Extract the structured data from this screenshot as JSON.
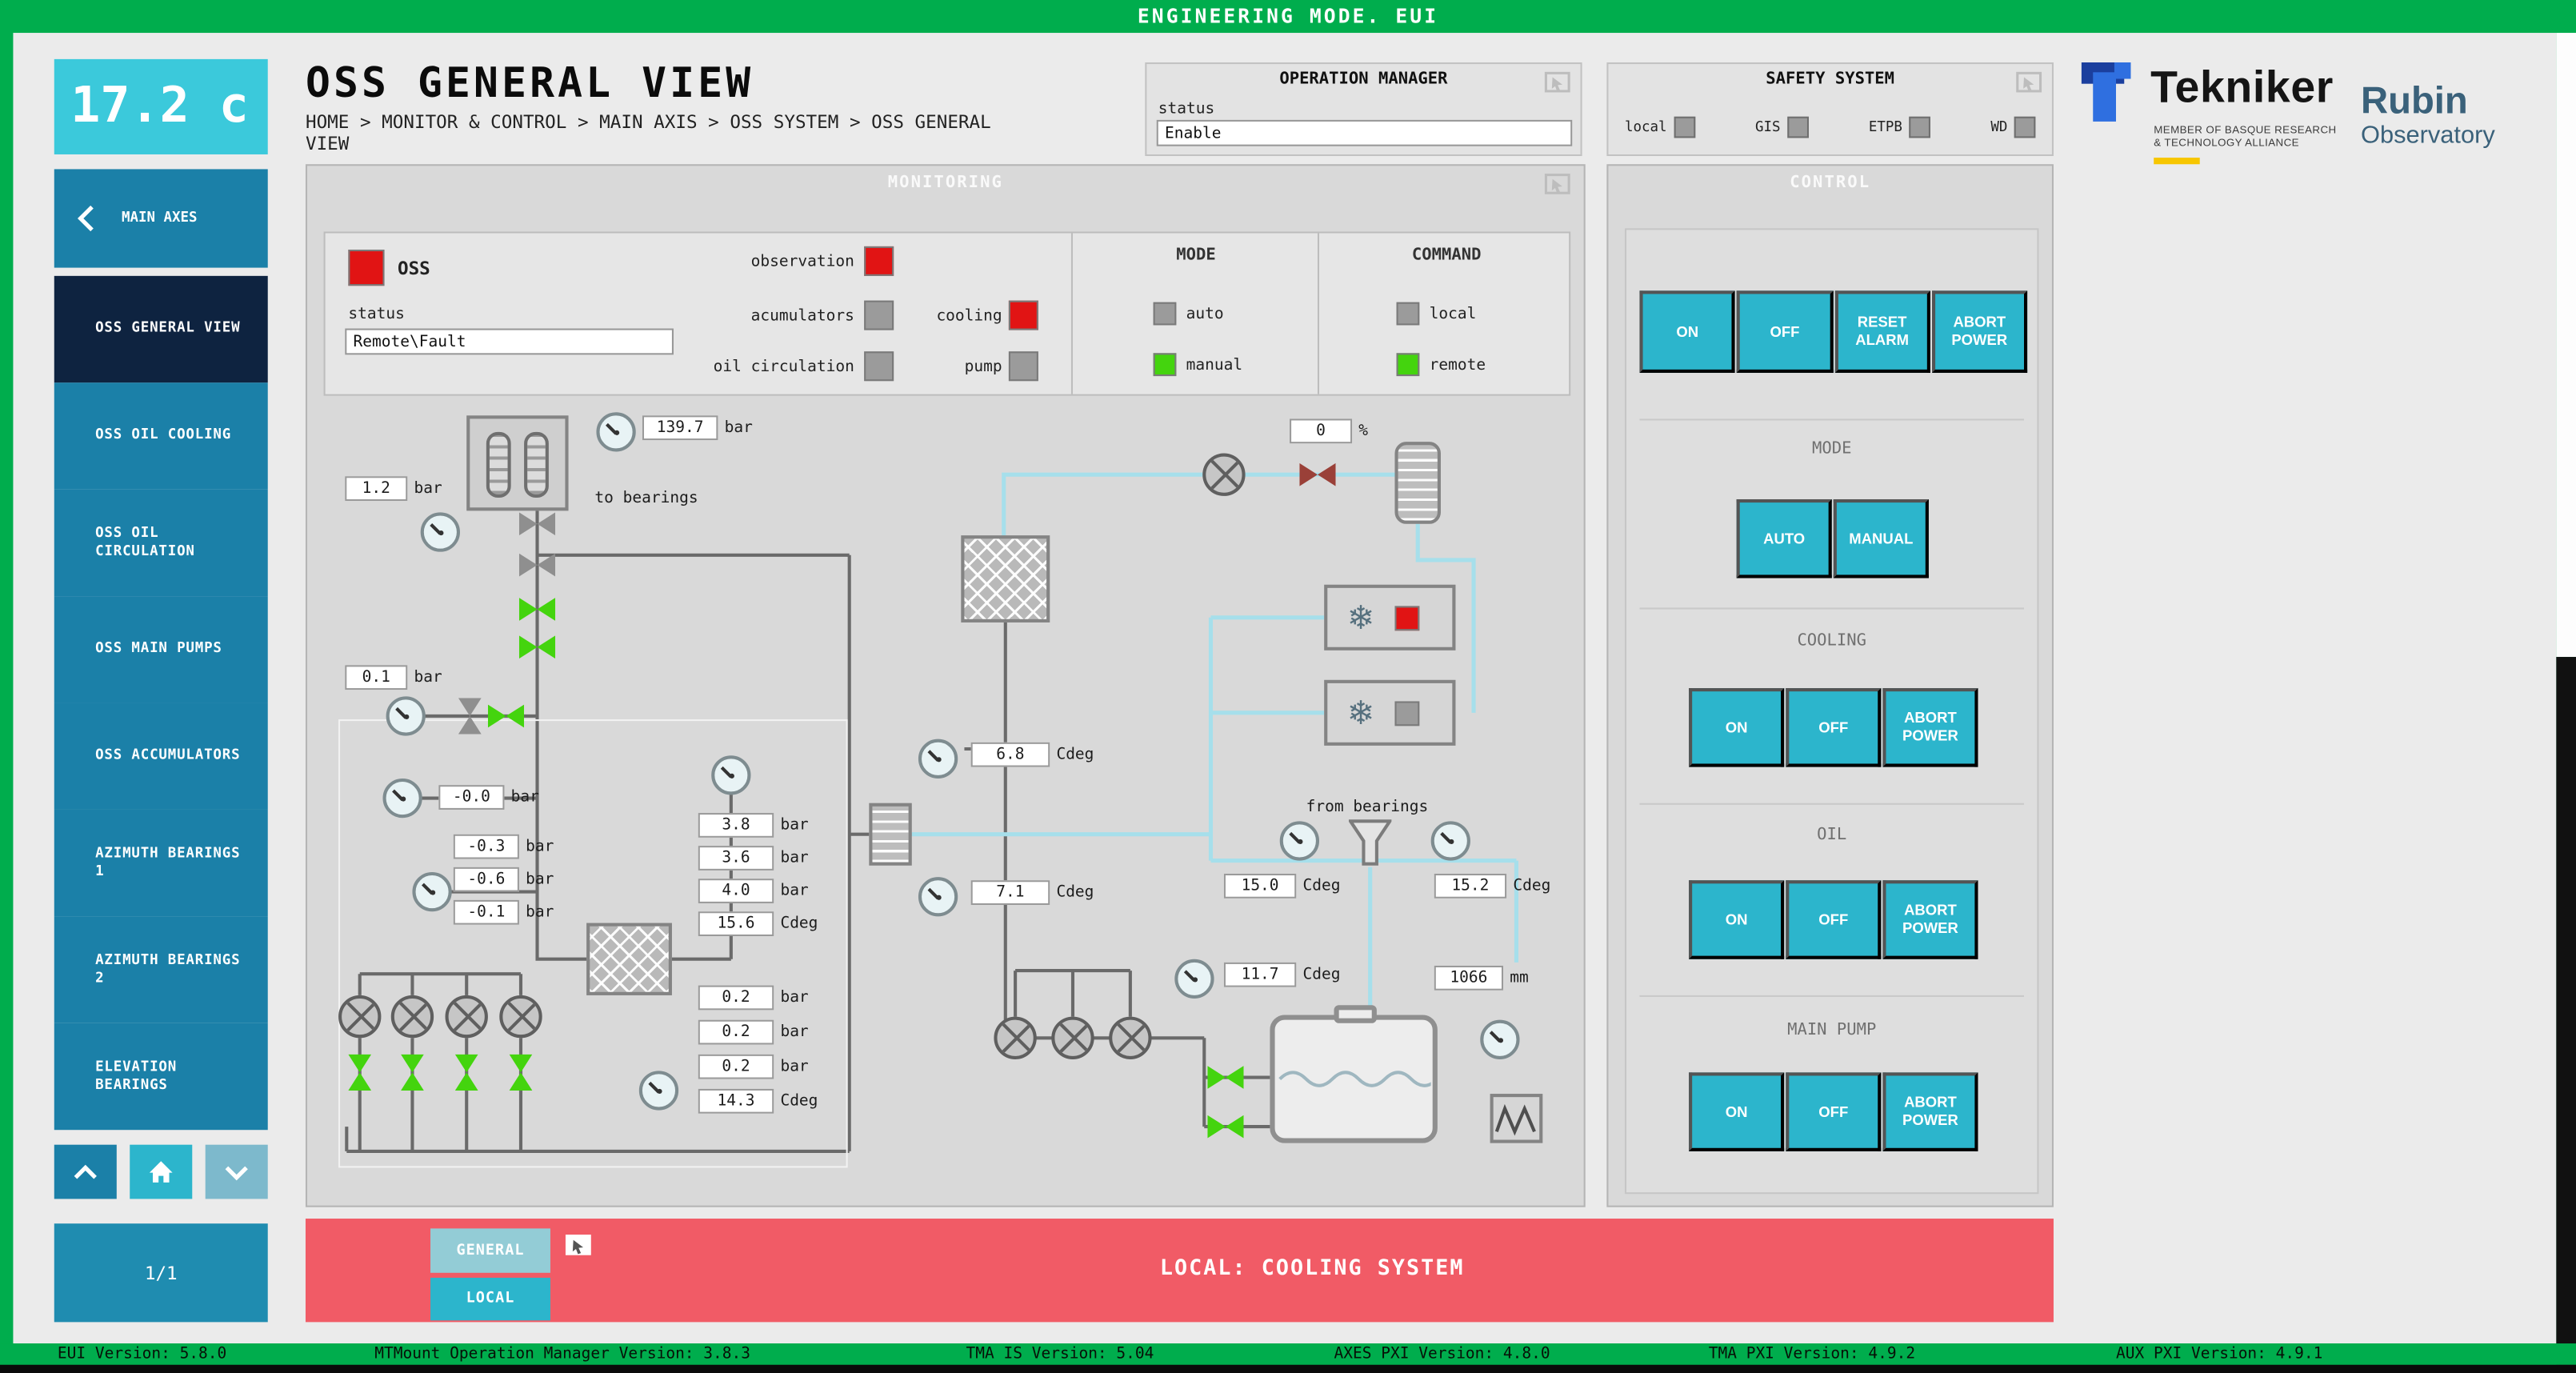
{
  "colors": {
    "alarm_red": "#e11414",
    "ok_green": "#44d40e",
    "inactive_gray": "#9b9b9b",
    "accent_cyan": "#2cb5cc",
    "frame_green": "#00ad4d",
    "alarm_pink": "#f15b66"
  },
  "icons": {
    "snowflake": "❄"
  },
  "top_bar": {
    "title": "ENGINEERING MODE. EUI"
  },
  "sidebar": {
    "temperature": "17.2 c",
    "back_label": "MAIN AXES",
    "items": [
      "OSS GENERAL VIEW",
      "OSS OIL COOLING",
      "OSS OIL CIRCULATION",
      "OSS MAIN PUMPS",
      "OSS ACCUMULATORS",
      "AZIMUTH BEARINGS 1",
      "AZIMUTH BEARINGS 2",
      "ELEVATION BEARINGS"
    ],
    "page_indicator": "1/1"
  },
  "header": {
    "title": "OSS GENERAL VIEW",
    "breadcrumb": "HOME > MONITOR & CONTROL > MAIN AXIS > OSS SYSTEM > OSS GENERAL VIEW"
  },
  "operation_manager": {
    "title": "OPERATION MANAGER",
    "status_label": "status",
    "status_value": "Enable"
  },
  "safety_system": {
    "title": "SAFETY SYSTEM",
    "indicators": [
      "local",
      "GIS",
      "ETPB",
      "WD"
    ]
  },
  "branding": {
    "tekniker": "Tekniker",
    "tekniker_sub1": "MEMBER OF BASQUE RESEARCH",
    "tekniker_sub2": "& TECHNOLOGY ALLIANCE",
    "rubin_line1": "Rubin",
    "rubin_line2": "Observatory"
  },
  "monitoring": {
    "title": "MONITORING",
    "status": {
      "oss_label": "OSS",
      "status_label": "status",
      "status_value": "Remote\\Fault",
      "observation_label": "observation",
      "acumulators_label": "acumulators",
      "cooling_label": "cooling",
      "oil_circulation_label": "oil circulation",
      "pump_label": "pump",
      "mode_title": "MODE",
      "auto_label": "auto",
      "manual_label": "manual",
      "command_title": "COMMAND",
      "local_label": "local",
      "remote_label": "remote"
    },
    "schematic": {
      "to_bearings": "to bearings",
      "from_bearings": "from bearings",
      "readings": [
        {
          "value": "139.7",
          "unit": "bar"
        },
        {
          "value": "1.2",
          "unit": "bar"
        },
        {
          "value": "0.1",
          "unit": "bar"
        },
        {
          "value": "-0.0",
          "unit": "bar"
        },
        {
          "value": "-0.3",
          "unit": "bar"
        },
        {
          "value": "-0.6",
          "unit": "bar"
        },
        {
          "value": "-0.1",
          "unit": "bar"
        },
        {
          "value": "3.8",
          "unit": "bar"
        },
        {
          "value": "3.6",
          "unit": "bar"
        },
        {
          "value": "4.0",
          "unit": "bar"
        },
        {
          "value": "15.6",
          "unit": "Cdeg"
        },
        {
          "value": "0.2",
          "unit": "bar"
        },
        {
          "value": "0.2",
          "unit": "bar"
        },
        {
          "value": "0.2",
          "unit": "bar"
        },
        {
          "value": "14.3",
          "unit": "Cdeg"
        },
        {
          "value": "6.8",
          "unit": "Cdeg"
        },
        {
          "value": "7.1",
          "unit": "Cdeg"
        },
        {
          "value": "0",
          "unit": "%"
        },
        {
          "value": "15.0",
          "unit": "Cdeg"
        },
        {
          "value": "15.2",
          "unit": "Cdeg"
        },
        {
          "value": "11.7",
          "unit": "Cdeg"
        },
        {
          "value": "1066",
          "unit": "mm"
        }
      ]
    }
  },
  "control": {
    "title": "CONTROL",
    "main_buttons": [
      "ON",
      "OFF",
      "RESET ALARM",
      "ABORT POWER"
    ],
    "sections": [
      {
        "label": "MODE",
        "buttons": [
          "AUTO",
          "MANUAL"
        ]
      },
      {
        "label": "COOLING",
        "buttons": [
          "ON",
          "OFF",
          "ABORT POWER"
        ]
      },
      {
        "label": "OIL",
        "buttons": [
          "ON",
          "OFF",
          "ABORT POWER"
        ]
      },
      {
        "label": "MAIN PUMP",
        "buttons": [
          "ON",
          "OFF",
          "ABORT POWER"
        ]
      }
    ]
  },
  "alarm_bar": {
    "tabs": [
      "GENERAL",
      "LOCAL"
    ],
    "message": "LOCAL: COOLING SYSTEM"
  },
  "status_bar": {
    "items": [
      "EUI Version: 5.8.0",
      "MTMount Operation Manager Version: 3.8.3",
      "TMA IS Version: 5.04",
      "AXES PXI Version: 4.8.0",
      "TMA PXI Version: 4.9.2",
      "AUX PXI Version: 4.9.1"
    ]
  }
}
